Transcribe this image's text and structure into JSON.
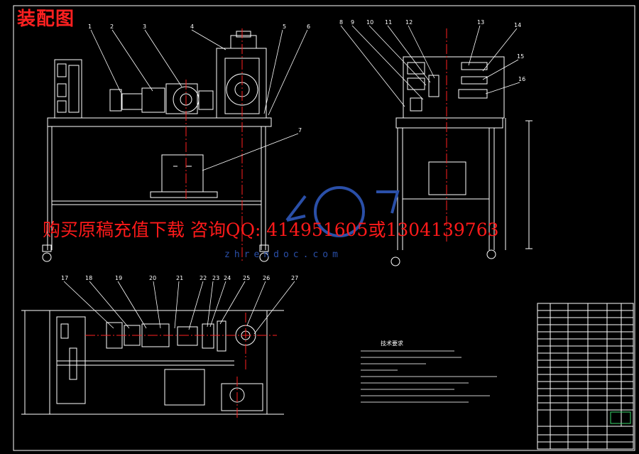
{
  "drawing": {
    "title": "装配图",
    "watermark": "购买原稿充值下载 咨询QQ: 414951605或1304139763",
    "website": "zhrendoc.com",
    "requirements_title": "技术要求",
    "balloons_top_left": [
      "1",
      "2",
      "3",
      "4",
      "5",
      "6",
      "7"
    ],
    "balloons_top_right": [
      "8",
      "9",
      "10",
      "11",
      "12",
      "13",
      "14",
      "15",
      "16"
    ],
    "balloons_bottom": [
      "17",
      "18",
      "19",
      "20",
      "21",
      "22",
      "23",
      "24",
      "25",
      "26",
      "27"
    ]
  },
  "colors": {
    "background": "#000000",
    "line": "#ffffff",
    "centerline": "#ff2020",
    "title": "#ff2020",
    "watermark": "#ff1a1a",
    "logo": "#2a4fa8"
  }
}
